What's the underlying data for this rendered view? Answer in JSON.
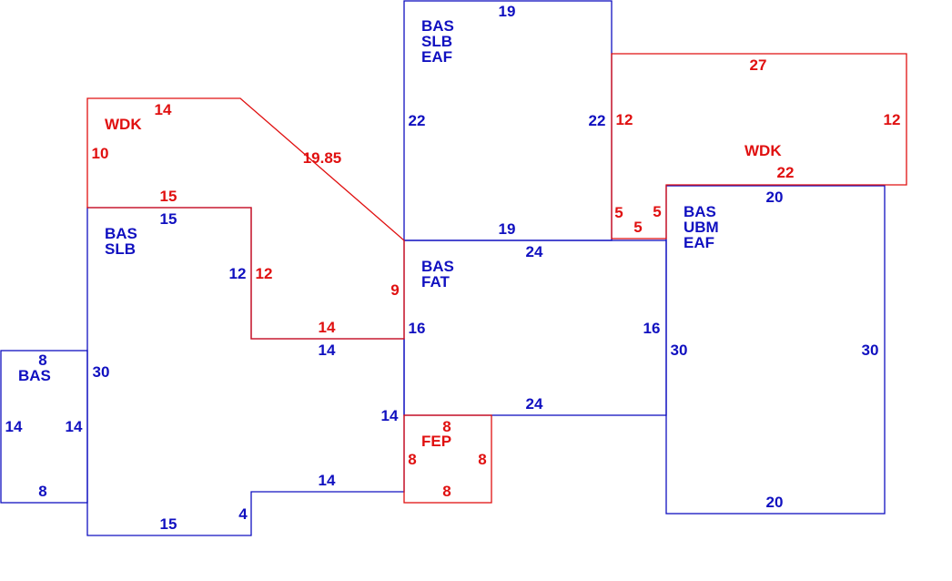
{
  "colors": {
    "living": "#1010c0",
    "outdoor": "#e01010",
    "background": "#ffffff"
  },
  "areas": [
    {
      "id": "bas-left",
      "type": "living",
      "lines": [
        "BAS"
      ]
    },
    {
      "id": "bas-slb-1",
      "type": "living",
      "lines": [
        "BAS",
        "SLB"
      ]
    },
    {
      "id": "bas-slb-eaf",
      "type": "living",
      "lines": [
        "BAS",
        "SLB",
        "EAF"
      ]
    },
    {
      "id": "bas-fat",
      "type": "living",
      "lines": [
        "BAS",
        "FAT"
      ]
    },
    {
      "id": "bas-ubm-eaf",
      "type": "living",
      "lines": [
        "BAS",
        "UBM",
        "EAF"
      ]
    },
    {
      "id": "wdk-left",
      "type": "outdoor",
      "lines": [
        "WDK"
      ]
    },
    {
      "id": "wdk-right",
      "type": "outdoor",
      "lines": [
        "WDK"
      ]
    },
    {
      "id": "fep",
      "type": "outdoor",
      "lines": [
        "FEP"
      ]
    }
  ],
  "dimensions": {
    "living": [
      "8",
      "14",
      "14",
      "8",
      "15",
      "30",
      "12",
      "14",
      "15",
      "4",
      "14",
      "14",
      "19",
      "22",
      "22",
      "19",
      "24",
      "16",
      "16",
      "24",
      "20",
      "30",
      "30",
      "20"
    ],
    "outdoor": [
      "14",
      "10",
      "19.85",
      "15",
      "12",
      "9",
      "14",
      "27",
      "12",
      "12",
      "22",
      "5",
      "5",
      "5",
      "8",
      "8",
      "8",
      "8"
    ]
  }
}
